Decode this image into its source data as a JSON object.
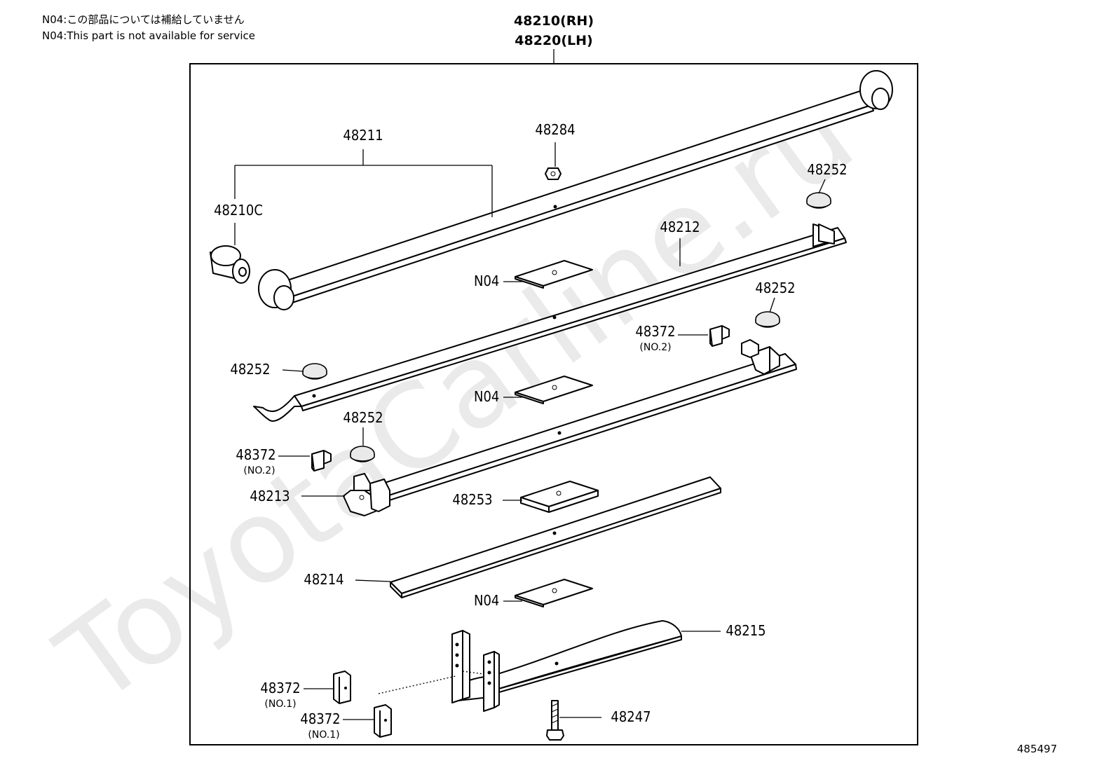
{
  "notes": {
    "jp": "N04:この部品については補給していません",
    "en": "N04:This part is not available for service"
  },
  "assembly": {
    "rh": "48210(RH)",
    "lh": "48220(LH)"
  },
  "labels": {
    "p48211": "48211",
    "p48210c": "48210C",
    "p48284": "48284",
    "p48252_a": "48252",
    "p48212": "48212",
    "n04_a": "N04",
    "p48252_b": "48252",
    "p48372_a": "48372",
    "p48372_a_sub": "(NO.2)",
    "p48252_c": "48252",
    "n04_b": "N04",
    "p48252_d": "48252",
    "p48372_b": "48372",
    "p48372_b_sub": "(NO.2)",
    "p48213": "48213",
    "p48253": "48253",
    "p48214": "48214",
    "n04_c": "N04",
    "p48215": "48215",
    "p48372_c": "48372",
    "p48372_c_sub": "(NO.1)",
    "p48372_d": "48372",
    "p48372_d_sub": "(NO.1)",
    "p48247": "48247"
  },
  "diagram_id": "485497",
  "watermark": "ToyotaCarline.ru"
}
